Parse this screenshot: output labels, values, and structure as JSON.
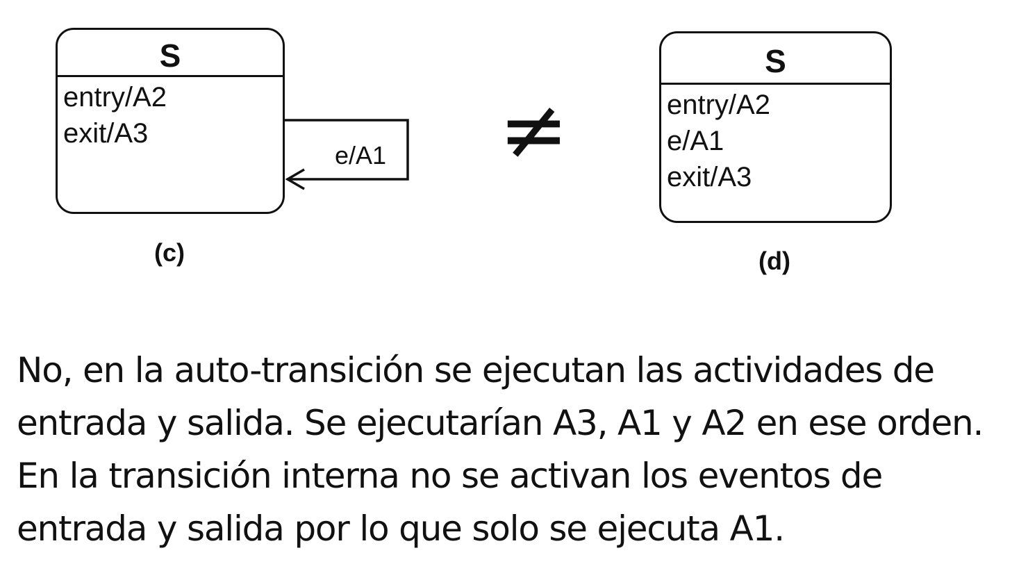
{
  "diagram_c": {
    "state_name": "S",
    "activities": [
      "entry/A2",
      "exit/A3"
    ],
    "self_transition_label": "e/A1",
    "caption": "(c)"
  },
  "operator": "≠",
  "diagram_d": {
    "state_name": "S",
    "activities": [
      "entry/A2",
      "e/A1",
      "exit/A3"
    ],
    "caption": "(d)"
  },
  "explanation": [
    "No, en la auto-transición se ejecutan las actividades de",
    "entrada y salida. Se ejecutarían A3, A1 y A2 en ese orden.",
    "En la transición interna no se activan los eventos de",
    "entrada y salida por lo que solo se ejecuta A1."
  ]
}
